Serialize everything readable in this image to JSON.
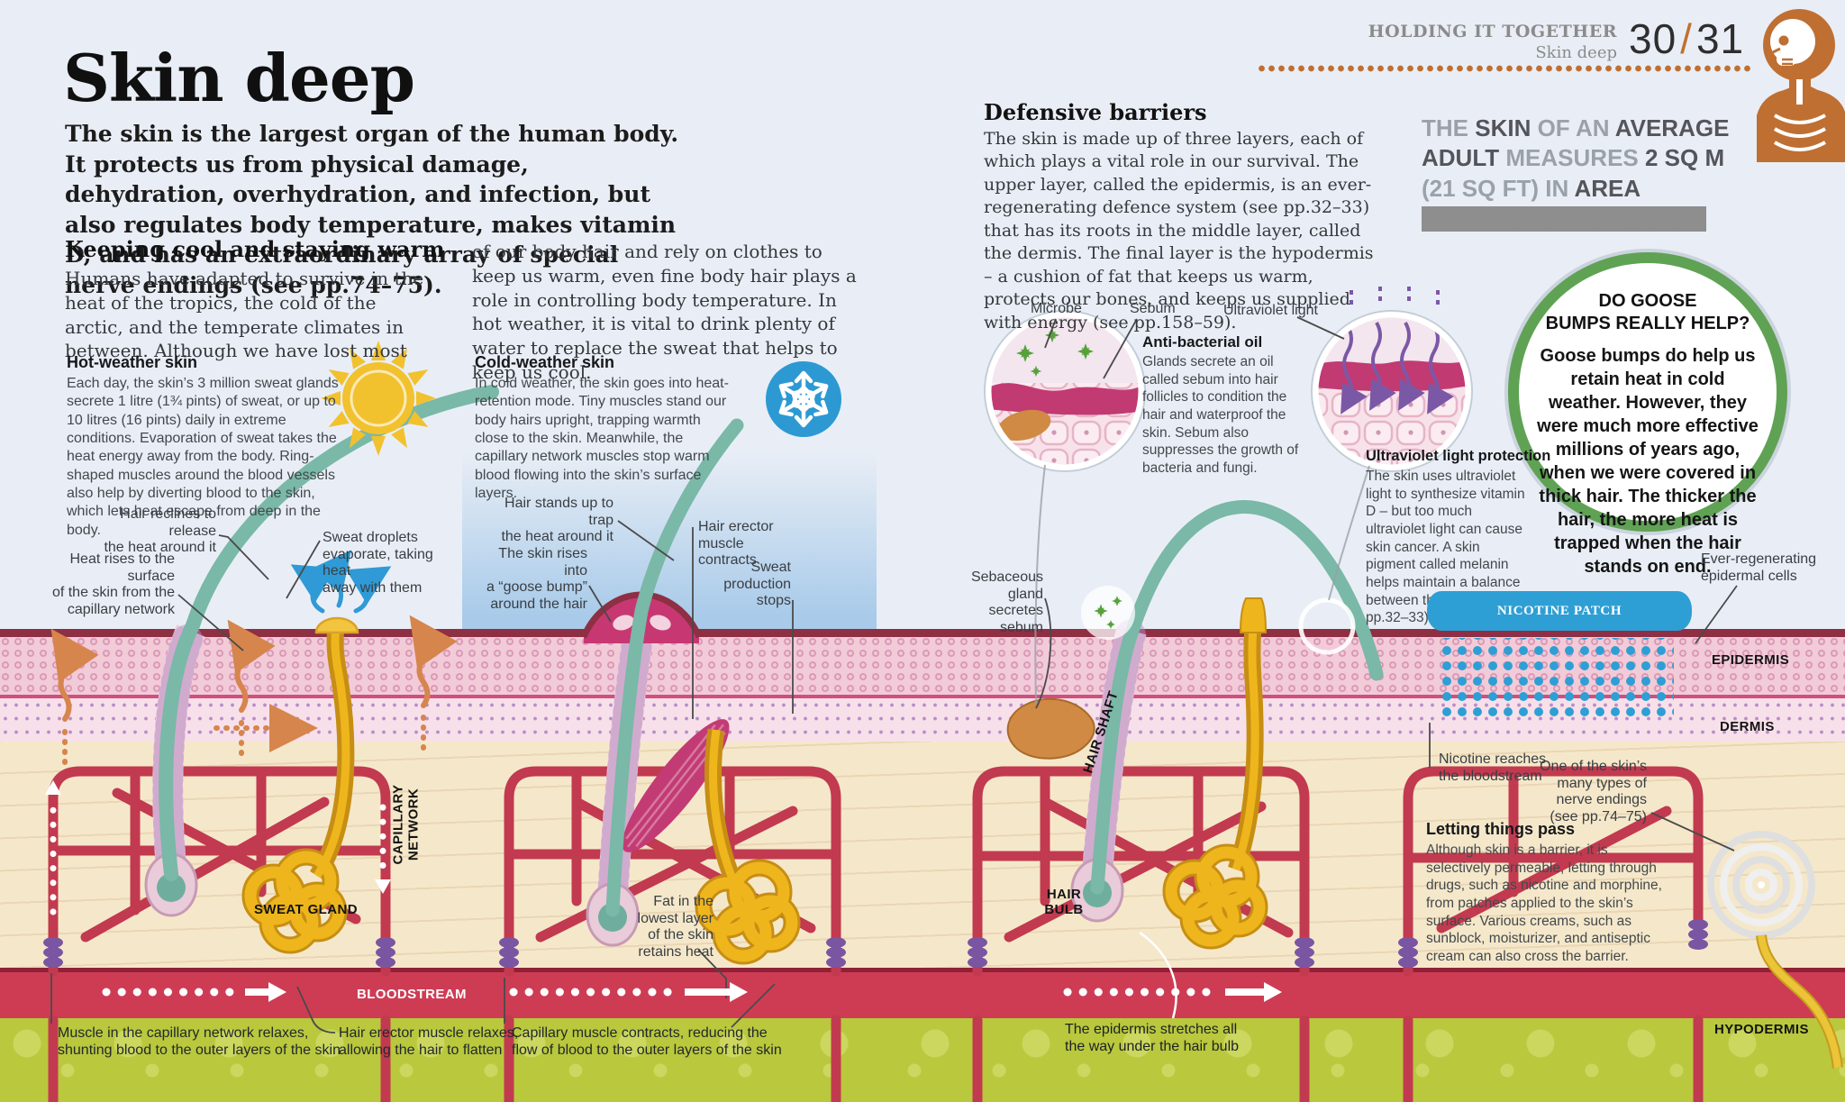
{
  "colors": {
    "page_bg": "#e9eef6",
    "epidermis_pink": "#f2cbd9",
    "dermis_cream": "#f5e8ca",
    "blood_red": "#ce3c54",
    "hypodermis_green": "#b9c83d",
    "hair_teal": "#7ab8a7",
    "gland_yellow": "#eeb61c",
    "muscle_magenta": "#c33b74",
    "patch_blue": "#2e9fd4",
    "accent_orange": "#c0712f",
    "goose_ring_green": "#5fa254"
  },
  "icons": {
    "hot": "sun-icon",
    "cold": "snowflake-icon",
    "header": "skeleton-profile-icon"
  },
  "header": {
    "kicker": "HOLDING IT TOGETHER",
    "kicker_sub": "Skin deep",
    "page_left": "30",
    "page_sep": "/",
    "page_right": "31"
  },
  "title": "Skin deep",
  "intro": "The skin is the largest organ of the human body. It protects us from physical damage, dehydration, overhydration, and infection, but also regulates body temperature, makes vitamin D, and has an extraordinary array of special nerve endings (see pp.74–75).",
  "sections": {
    "keeping_cool": {
      "heading": "Keeping cool and staying warm",
      "col1": "Humans have adapted to survive in the heat of the tropics, the cold of the arctic, and the temperate climates in between. Although we have lost most",
      "col2": "of our body hair and rely on clothes to keep us warm, even fine body hair plays a role in controlling body temperature. In hot weather, it is vital to drink plenty of water to replace the sweat that helps to keep us cool."
    },
    "hot": {
      "heading": "Hot-weather skin",
      "body": "Each day, the skin’s 3 million sweat glands secrete 1 litre (1¾ pints) of sweat, or up to 10 litres (16 pints) daily in extreme conditions. Evaporation of sweat takes the heat energy away from the body. Ring-shaped muscles around the blood vessels also help by diverting blood to the skin, which lets heat escape from deep in the body."
    },
    "cold": {
      "heading": "Cold-weather skin",
      "body": "In cold weather, the skin goes into heat-retention mode. Tiny muscles stand our body hairs upright, trapping warmth close to the skin. Meanwhile, the capillary network muscles stop warm blood flowing into the skin’s surface layers."
    },
    "defensive": {
      "heading": "Defensive barriers",
      "body": "The skin is made up of three layers, each of which plays a vital role in our survival. The upper layer, called the epidermis, is an ever-regenerating defence system (see pp.32–33) that has its roots in the middle layer, called the dermis. The final layer is the hypodermis – a cushion of fat that keeps us warm, protects our bones, and keeps us supplied with energy (see pp.158–59)."
    },
    "antibacterial": {
      "heading": "Anti-bacterial oil",
      "body": "Glands secrete an oil called sebum into hair follicles to condition the hair and waterproof the skin. Sebum also suppresses the growth of bacteria and fungi."
    },
    "uv": {
      "heading": "Ultraviolet light protection",
      "body": "The skin uses ultraviolet light to synthesize vitamin D – but too much ultraviolet light can cause skin cancer. A skin pigment called melanin helps maintain a balance between the two (see pp.32–33)."
    },
    "letting": {
      "heading": "Letting things pass",
      "body": "Although skin is a barrier, it is selectively permeable, letting through drugs, such as nicotine and morphine, from patches applied to the skin’s surface. Various creams, such as sunblock, moisturizer, and antiseptic cream can also cross the barrier."
    }
  },
  "fact": {
    "s1": "THE ",
    "s2": "SKIN",
    "s3": " OF AN ",
    "s4": "AVERAGE ADULT",
    "s5": " MEASURES ",
    "s6": "2 SQ M",
    "s7": " (21 SQ FT) IN ",
    "s8": "AREA"
  },
  "goose": {
    "heading": "DO GOOSE\nBUMPS REALLY HELP?",
    "body": "Goose bumps do help us retain heat in cold weather. However, they were much more effective millions of years ago, when we were covered in thick hair. The thicker the hair, the more heat is trapped when the hair stands on end."
  },
  "callouts": {
    "hair_reclines": "Hair reclines to release\nthe heat around it",
    "heat_rises": "Heat rises to the surface\nof the skin from the\ncapillary network",
    "sweat_droplets": "Sweat droplets\nevaporate, taking heat\naway with them",
    "hair_stands": "Hair stands up to trap\nthe heat around it",
    "skin_rises": "The skin rises into\na “goose bump”\naround the hair",
    "erector_contracts": "Hair erector muscle\ncontracts",
    "sweat_stops": "Sweat\nproduction\nstops",
    "fat_retains": "Fat in the\nlowest layer\nof the skin\nretains heat",
    "microbe": "Microbe",
    "sebum": "Sebum",
    "uv_light": "Ultraviolet light",
    "sebaceous": "Sebaceous\ngland secretes\nsebum",
    "ever_regen": "Ever-regenerating\nepidermal cells",
    "nicotine_reaches": "Nicotine reaches\nthe bloodstream",
    "nerve_endings": "One of the skin’s\nmany types of\nnerve endings\n(see pp.74–75)",
    "epidermis_stretches": "The epidermis stretches all\nthe way under the hair bulb",
    "muscle_relaxes": "Muscle in the capillary network relaxes,\nshunting blood to the outer layers of the skin",
    "erector_relaxes": "Hair erector muscle relaxes,\nallowing the hair to flatten",
    "capillary_contracts": "Capillary muscle contracts, reducing the\nflow of blood to the outer layers of the skin"
  },
  "labels": {
    "sweat_gland": "SWEAT GLAND",
    "capillary_network": "CAPILLARY NETWORK",
    "bloodstream": "BLOODSTREAM",
    "hair_shaft": "HAIR SHAFT",
    "hair_bulb": "HAIR\nBULB",
    "nicotine_patch": "NICOTINE PATCH",
    "epidermis": "EPIDERMIS",
    "dermis": "DERMIS",
    "hypodermis": "HYPODERMIS"
  }
}
